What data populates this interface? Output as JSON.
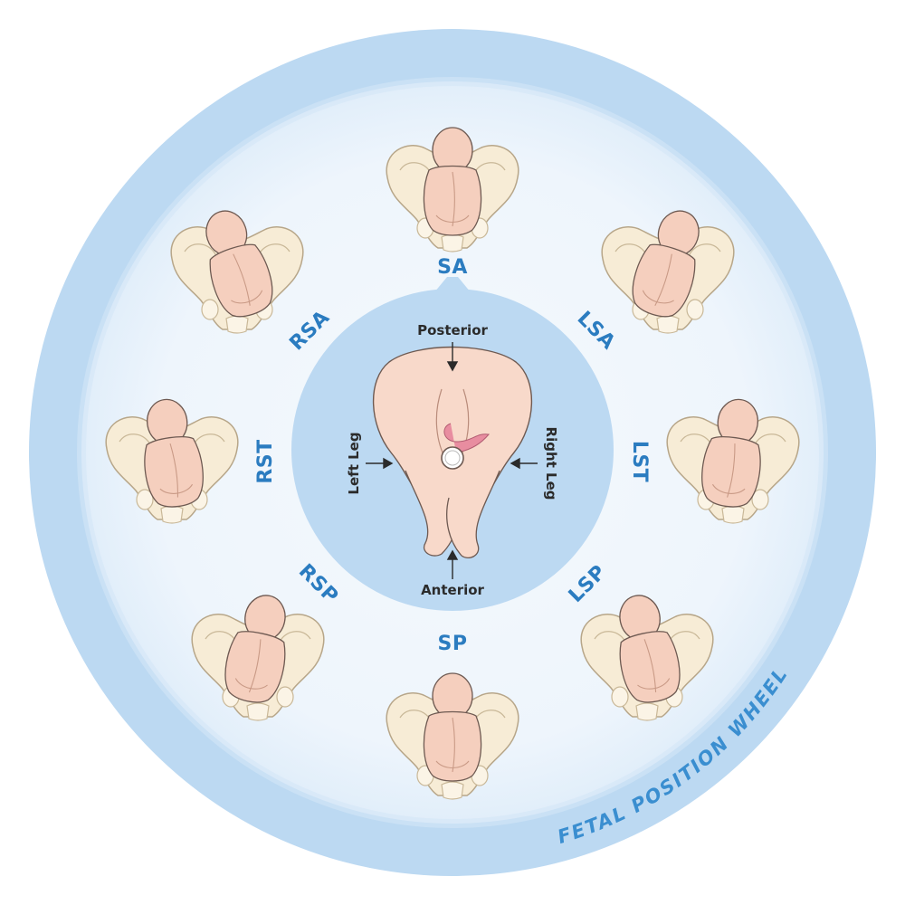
{
  "title": "FETAL POSITION WHEEL",
  "colors": {
    "outer_ring": "#bcd9f2",
    "inner_disc": "#e8f2fb",
    "center_disc": "#bcd9f2",
    "label": "#2b7cc0",
    "title": "#3a8ed0",
    "pelvis": "#f7ecd6",
    "pelvis_stroke": "#b7a689",
    "fetus": "#f5cfbe",
    "fetus_stroke": "#6e5a52",
    "cord": "#e88da0"
  },
  "positions": [
    {
      "id": "SA",
      "label": "SA"
    },
    {
      "id": "LSA",
      "label": "LSA"
    },
    {
      "id": "LST",
      "label": "LST"
    },
    {
      "id": "LSP",
      "label": "LSP"
    },
    {
      "id": "SP",
      "label": "SP"
    },
    {
      "id": "RSP",
      "label": "RSP"
    },
    {
      "id": "RST",
      "label": "RST"
    },
    {
      "id": "RSA",
      "label": "RSA"
    }
  ],
  "center": {
    "posterior": "Posterior",
    "anterior": "Anterior",
    "left_leg": "Left Leg",
    "right_leg": "Right Leg"
  }
}
